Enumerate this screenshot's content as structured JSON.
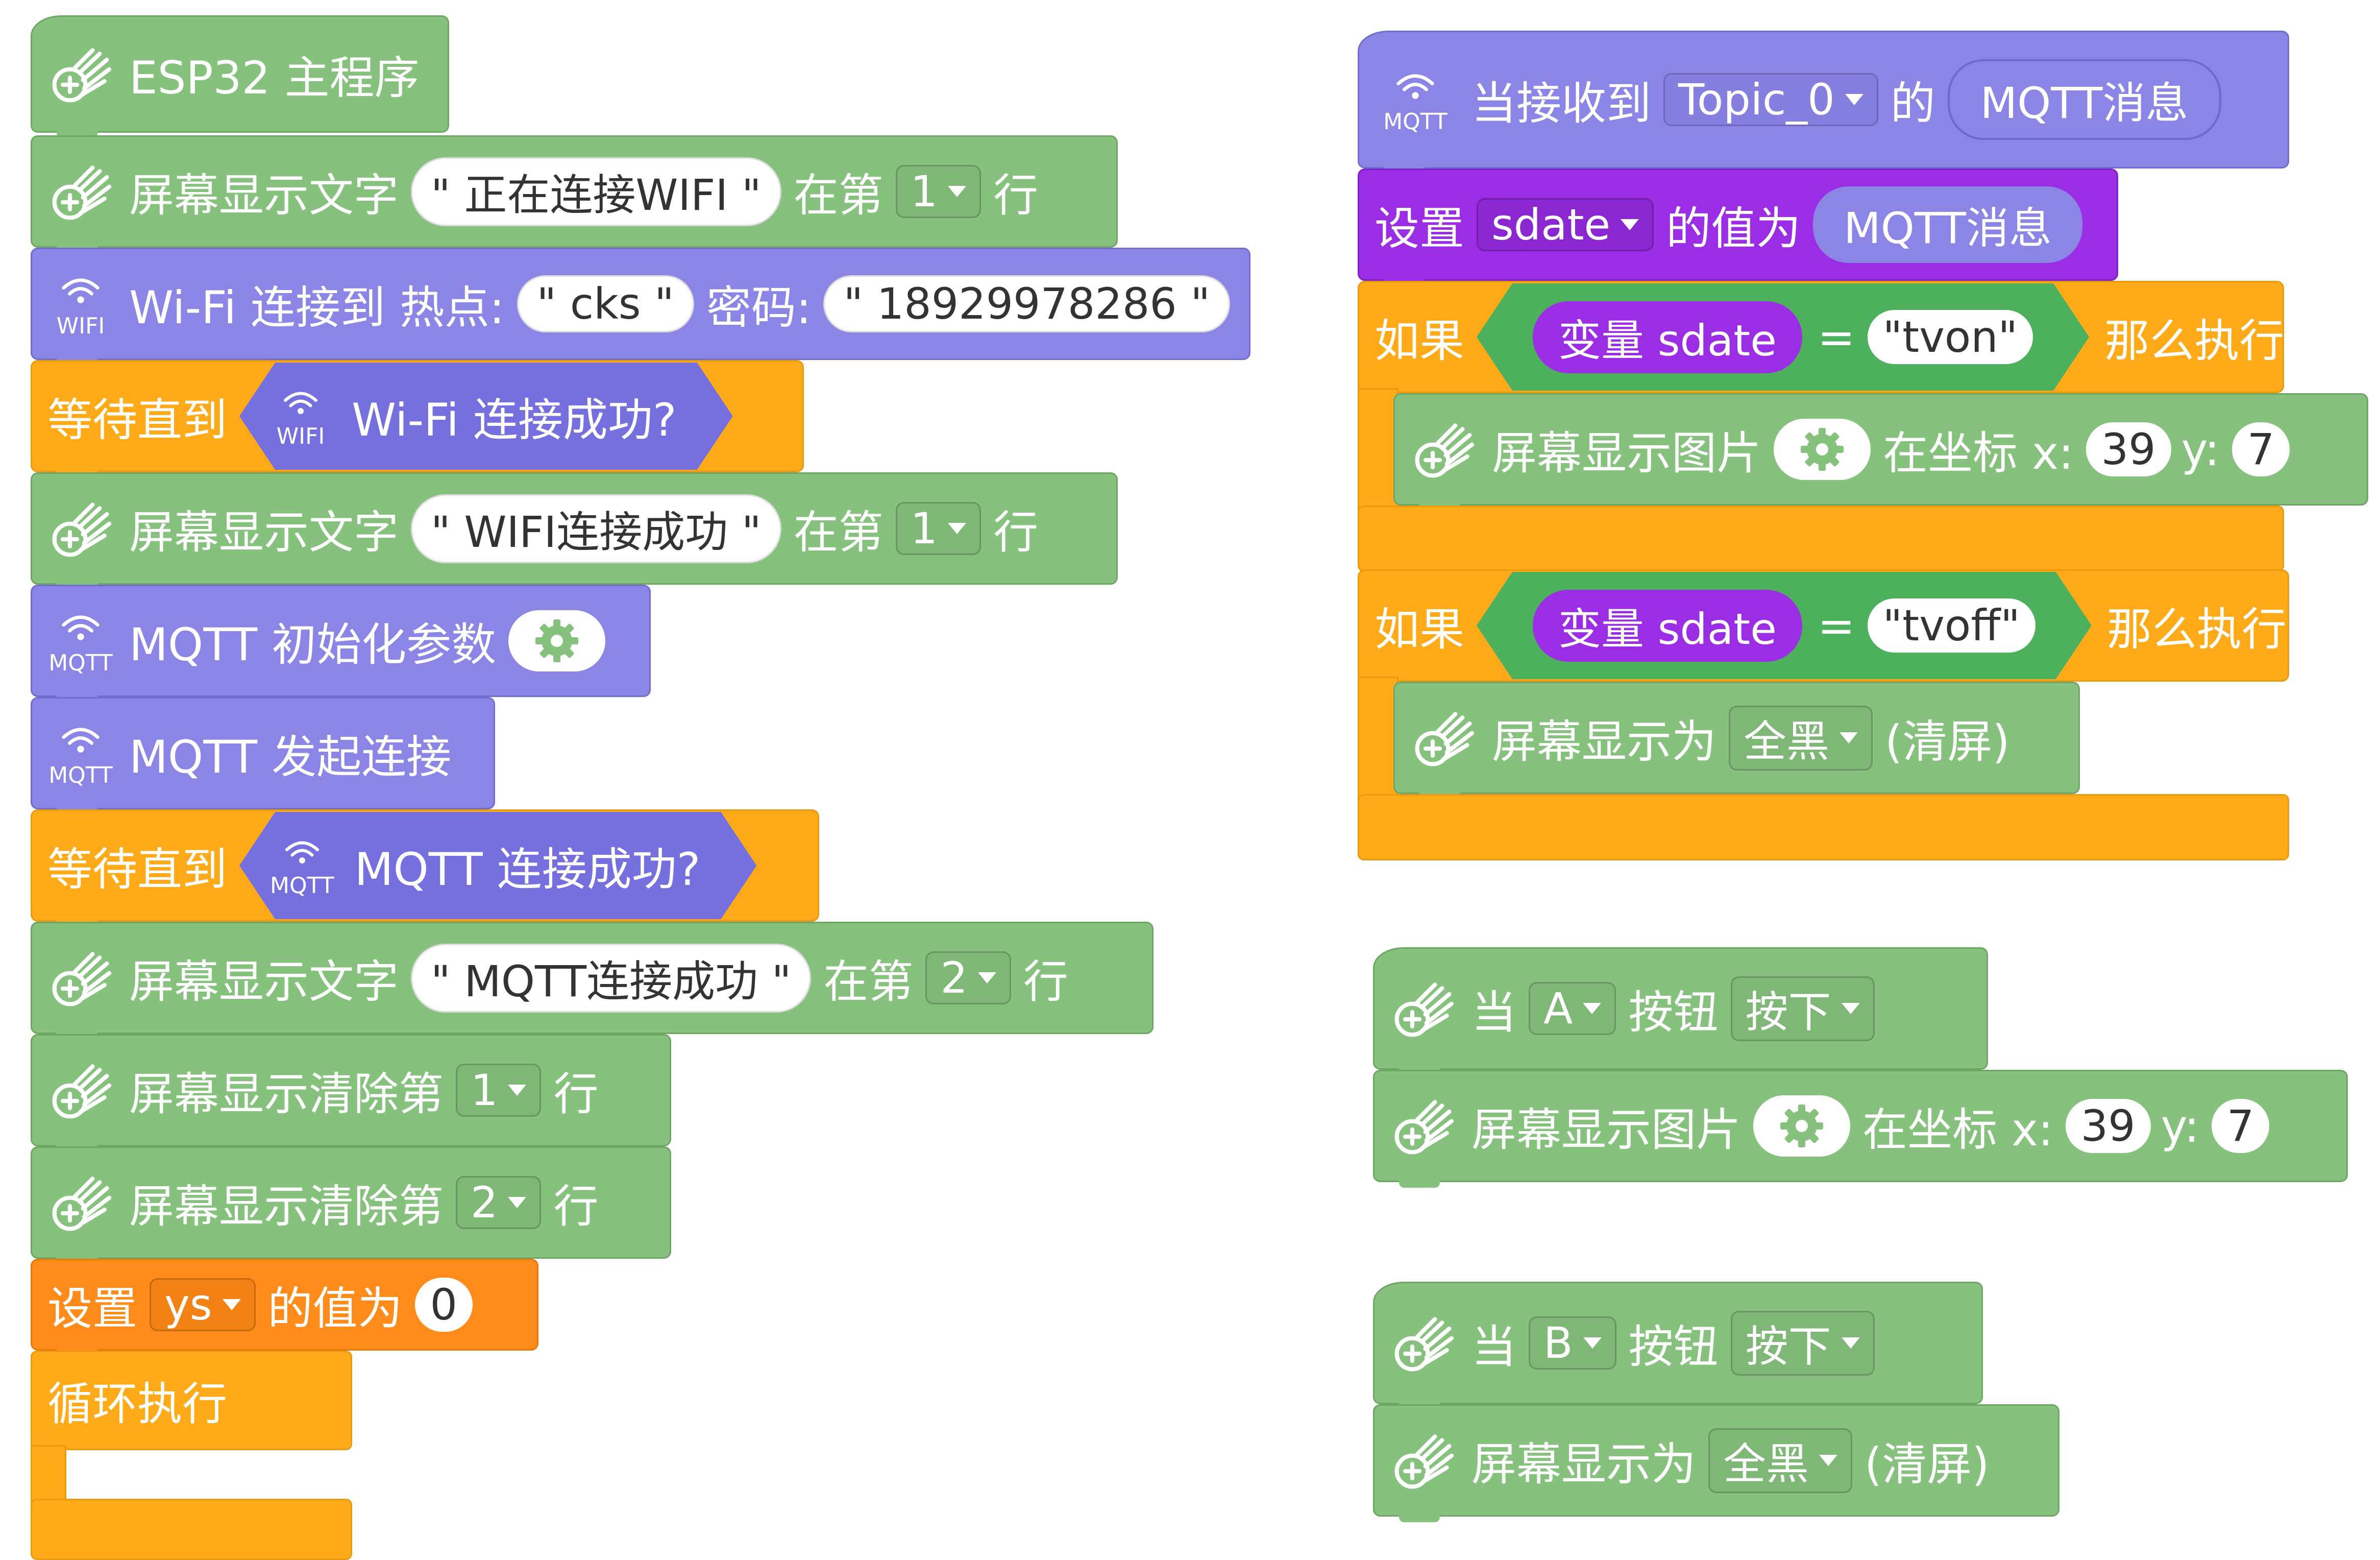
{
  "left_stack": {
    "main_program": "ESP32 主程序",
    "display_text_label": "屏幕显示文字",
    "at_row_label": "在第",
    "row_suffix": "行",
    "connecting_text": "\" 正在连接WIFI \"",
    "row_1": "1",
    "row_2": "2",
    "wifi_connect_label": "Wi-Fi 连接到 热点:",
    "ssid": "\" cks \"",
    "password_label": "密码:",
    "password": "\" 18929978286 \"",
    "wait_until": "等待直到",
    "wifi_connected_q": "Wi-Fi 连接成功?",
    "wifi_ok_text": "\" WIFI连接成功 \"",
    "mqtt_init": "MQTT 初始化参数",
    "mqtt_connect": "MQTT 发起连接",
    "mqtt_connected_q": "MQTT 连接成功?",
    "mqtt_ok_text": "\" MQTT连接成功 \"",
    "clear_row_label": "屏幕显示清除第",
    "set_label": "设置",
    "var_ys": "ys",
    "value_is": "的值为",
    "value_zero": "0",
    "forever": "循环执行",
    "wifi_badge": "WIFI",
    "mqtt_badge": "MQTT"
  },
  "right_stack": {
    "on_receive": "当接收到",
    "topic": "Topic_0",
    "of_label": "的",
    "mqtt_message": "MQTT消息",
    "set_label": "设置",
    "var_sdate": "sdate",
    "value_is": "的值为",
    "if_label": "如果",
    "variable_label": "变量 sdate",
    "equals": "=",
    "tvon": "\"tvon\"",
    "tvoff": "\"tvoff\"",
    "then_do": "那么执行",
    "show_image": "屏幕显示图片",
    "at_coord_x": "在坐标 x:",
    "y_label": "y:",
    "x_val": "39",
    "y_val": "7",
    "screen_show_as": "屏幕显示为",
    "all_black": "全黑",
    "clear_screen": "(清屏)",
    "mqtt_badge": "MQTT"
  },
  "button_a": {
    "when": "当",
    "button": "A",
    "button_label": "按钮",
    "pressed": "按下",
    "show_image": "屏幕显示图片",
    "at_coord_x": "在坐标 x:",
    "x_val": "39",
    "y_label": "y:",
    "y_val": "7"
  },
  "button_b": {
    "when": "当",
    "button": "B",
    "button_label": "按钮",
    "pressed": "按下",
    "screen_show_as": "屏幕显示为",
    "all_black": "全黑",
    "clear_screen": "(清屏)"
  },
  "colors": {
    "display_green": "#86c17e",
    "network_blue": "#8b86e6",
    "control_orange": "#ffab19",
    "variable_orange": "#ff8c1a",
    "variable_purple": "#9b2ee5",
    "compare_green": "#4cb05d"
  },
  "icons": [
    "display-hand-icon",
    "wifi-icon",
    "mqtt-icon",
    "gear-icon",
    "dropdown-caret-icon"
  ]
}
